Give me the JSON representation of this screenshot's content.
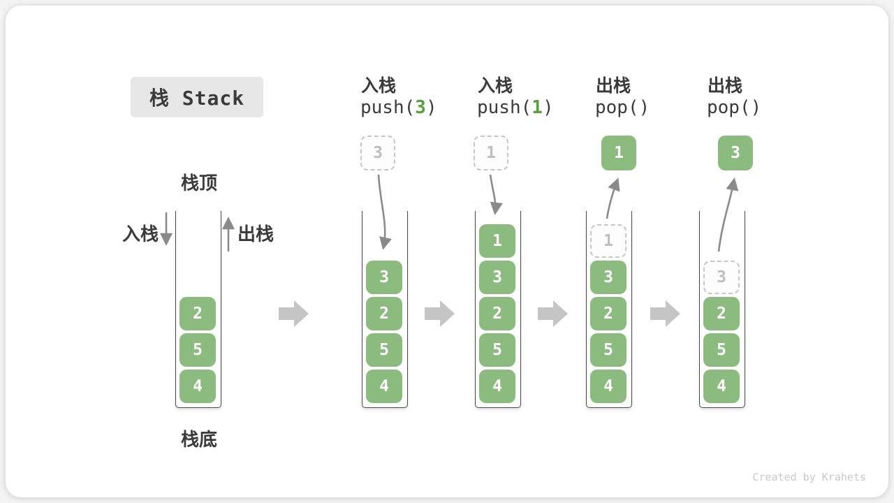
{
  "title": {
    "text": "栈 Stack"
  },
  "legend": {
    "stack_top": "栈顶",
    "stack_bottom": "栈底",
    "push_in": "入栈",
    "pop_out": "出栈"
  },
  "watermark": "Created by Krahets",
  "colors": {
    "box_green": "#8CBB7F",
    "code_arg_green": "#55A03C",
    "ghost_gray": "#BDBDBD",
    "flow_arrow_gray": "#8A8A8A",
    "block_arrow_gray": "#C5C5C5",
    "title_badge_bg": "#E7E7E7",
    "text_dark": "#3A3A3A"
  },
  "stages": [
    {
      "name": "initial",
      "op_label": null,
      "op_code": null,
      "floating": null,
      "cells": [
        {
          "row": 1,
          "value": "4",
          "style": "solid"
        },
        {
          "row": 2,
          "value": "5",
          "style": "solid"
        },
        {
          "row": 3,
          "value": "2",
          "style": "solid"
        }
      ]
    },
    {
      "name": "push-3",
      "op_label": "入栈",
      "op_code": {
        "pre": "push(",
        "arg": "3",
        "post": ")"
      },
      "floating": {
        "value": "3",
        "style": "ghost"
      },
      "cells": [
        {
          "row": 1,
          "value": "4",
          "style": "solid"
        },
        {
          "row": 2,
          "value": "5",
          "style": "solid"
        },
        {
          "row": 3,
          "value": "2",
          "style": "solid"
        },
        {
          "row": 4,
          "value": "3",
          "style": "solid"
        }
      ]
    },
    {
      "name": "push-1",
      "op_label": "入栈",
      "op_code": {
        "pre": "push(",
        "arg": "1",
        "post": ")"
      },
      "floating": {
        "value": "1",
        "style": "ghost"
      },
      "cells": [
        {
          "row": 1,
          "value": "4",
          "style": "solid"
        },
        {
          "row": 2,
          "value": "5",
          "style": "solid"
        },
        {
          "row": 3,
          "value": "2",
          "style": "solid"
        },
        {
          "row": 4,
          "value": "3",
          "style": "solid"
        },
        {
          "row": 5,
          "value": "1",
          "style": "solid"
        }
      ]
    },
    {
      "name": "pop-1",
      "op_label": "出栈",
      "op_code": {
        "pre": "pop(",
        "arg": "",
        "post": ")"
      },
      "floating": {
        "value": "1",
        "style": "solid"
      },
      "cells": [
        {
          "row": 1,
          "value": "4",
          "style": "solid"
        },
        {
          "row": 2,
          "value": "5",
          "style": "solid"
        },
        {
          "row": 3,
          "value": "2",
          "style": "solid"
        },
        {
          "row": 4,
          "value": "3",
          "style": "solid"
        },
        {
          "row": 5,
          "value": "1",
          "style": "ghost"
        }
      ]
    },
    {
      "name": "pop-3",
      "op_label": "出栈",
      "op_code": {
        "pre": "pop(",
        "arg": "",
        "post": ")"
      },
      "floating": {
        "value": "3",
        "style": "solid"
      },
      "cells": [
        {
          "row": 1,
          "value": "4",
          "style": "solid"
        },
        {
          "row": 2,
          "value": "5",
          "style": "solid"
        },
        {
          "row": 3,
          "value": "2",
          "style": "solid"
        },
        {
          "row": 4,
          "value": "3",
          "style": "ghost"
        }
      ]
    }
  ]
}
